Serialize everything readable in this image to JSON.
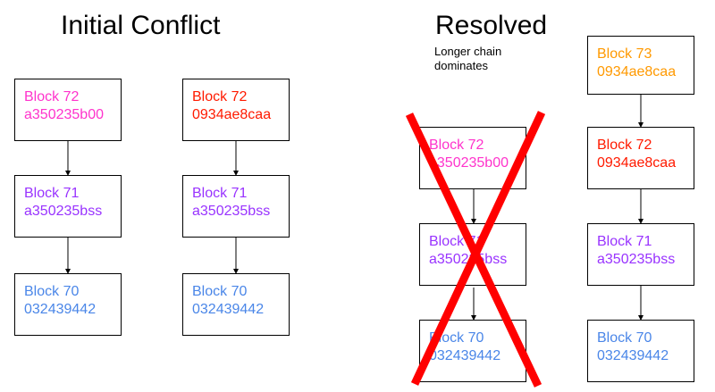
{
  "titles": {
    "initial": "Initial Conflict",
    "resolved": "Resolved"
  },
  "note": {
    "line1": "Longer chain",
    "line2": "dominates"
  },
  "colors": {
    "magenta": "#ff33cc",
    "red": "#ff1a00",
    "purple": "#9933ff",
    "blue": "#4a86e8",
    "orange": "#ff9900",
    "cross": "#ff0000"
  },
  "chains": {
    "initial_left": [
      {
        "label": "Block 72",
        "hash": "a350235b00"
      },
      {
        "label": "Block 71",
        "hash": "a350235bss"
      },
      {
        "label": "Block 70",
        "hash": "032439442"
      }
    ],
    "initial_right": [
      {
        "label": "Block 72",
        "hash": "0934ae8caa"
      },
      {
        "label": "Block 71",
        "hash": "a350235bss"
      },
      {
        "label": "Block 70",
        "hash": "032439442"
      }
    ],
    "resolved_left": [
      {
        "label": "Block 72",
        "hash": "a350235b00"
      },
      {
        "label": "Block 71",
        "hash": "a350235bss"
      },
      {
        "label": "Block 70",
        "hash": "032439442"
      }
    ],
    "resolved_right": [
      {
        "label": "Block 73",
        "hash": "0934ae8caa"
      },
      {
        "label": "Block 72",
        "hash": "0934ae8caa"
      },
      {
        "label": "Block 71",
        "hash": "a350235bss"
      },
      {
        "label": "Block 70",
        "hash": "032439442"
      }
    ]
  }
}
